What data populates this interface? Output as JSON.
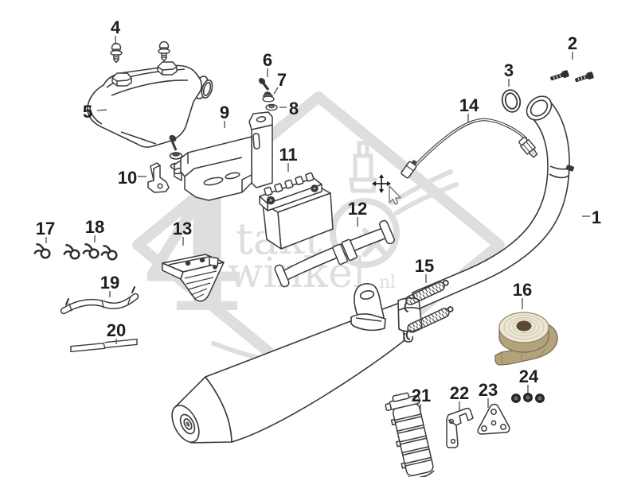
{
  "diagram": {
    "background_color": "#ffffff",
    "line_color": "#3a3a3a",
    "label_color": "#1e1e1e"
  },
  "watermark": {
    "color": "#dedede",
    "text_4": "4",
    "text_takt": "takt",
    "text_winkel": "winkel",
    "text_nl": "nl"
  },
  "labels": {
    "p1": "1",
    "p2": "2",
    "p3": "3",
    "p4": "4",
    "p5": "5",
    "p6": "6",
    "p7": "7",
    "p8": "8",
    "p9": "9",
    "p10": "10",
    "p11": "11",
    "p12": "12",
    "p13": "13",
    "p14": "14",
    "p15": "15",
    "p16": "16",
    "p17": "17",
    "p18": "18",
    "p19": "19",
    "p20": "20",
    "p21": "21",
    "p22": "22",
    "p23": "23",
    "p24": "24"
  },
  "colors": {
    "tape_side": "#b2a37d",
    "tape_top": "#ece6d4",
    "tape_ring": "#cfc7ac",
    "tape_hole": "#5d4930",
    "tape_edge": "#7e7050",
    "hardware_dark": "#2e2e2e"
  },
  "cursor": {
    "icon": "move-crosshair-with-arrow-pointer"
  }
}
